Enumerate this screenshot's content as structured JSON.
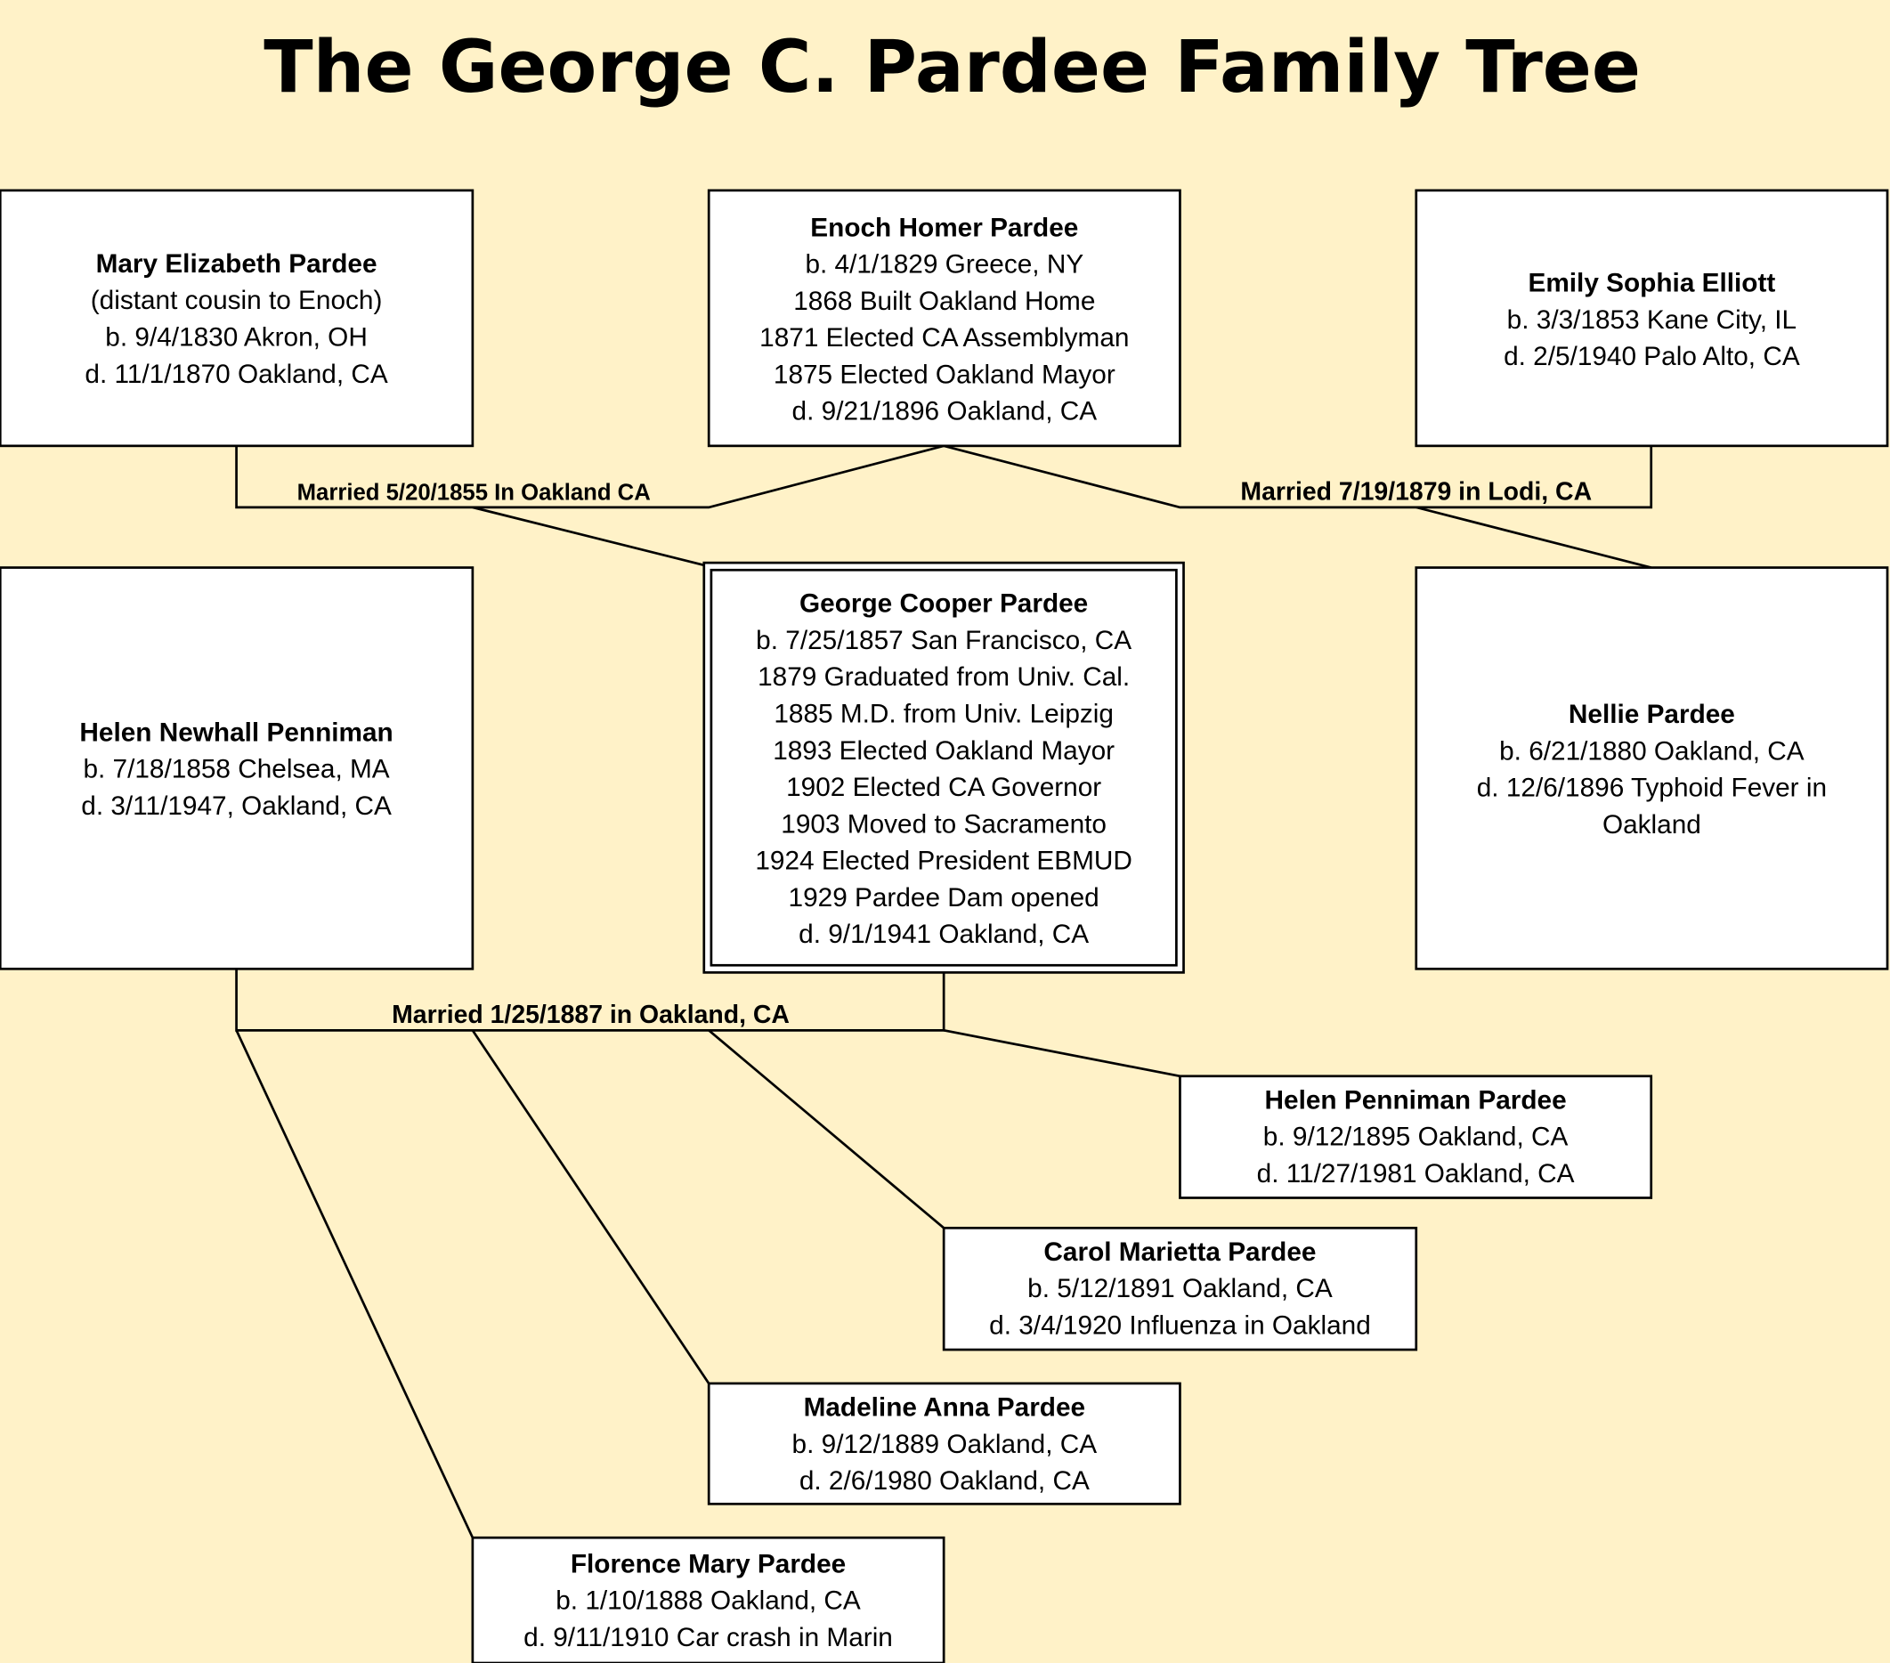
{
  "title": "The George C. Pardee Family Tree",
  "people": {
    "mary": {
      "name": "Mary Elizabeth Pardee",
      "lines": [
        "(distant cousin to Enoch)",
        "b. 9/4/1830 Akron, OH",
        "d. 11/1/1870 Oakland, CA"
      ]
    },
    "enoch": {
      "name": "Enoch Homer Pardee",
      "lines": [
        "b. 4/1/1829 Greece, NY",
        "1868 Built Oakland Home",
        "1871 Elected CA Assemblyman",
        "1875 Elected Oakland Mayor",
        "d. 9/21/1896 Oakland, CA"
      ]
    },
    "emily": {
      "name": "Emily Sophia Elliott",
      "lines": [
        "b. 3/3/1853 Kane City, IL",
        "d. 2/5/1940 Palo Alto, CA"
      ]
    },
    "helen_n": {
      "name": "Helen Newhall Penniman",
      "lines": [
        "b. 7/18/1858 Chelsea, MA",
        "d. 3/11/1947, Oakland, CA"
      ]
    },
    "george": {
      "name": "George Cooper Pardee",
      "lines": [
        "b. 7/25/1857 San Francisco, CA",
        "1879 Graduated from Univ. Cal.",
        "1885 M.D. from Univ. Leipzig",
        "1893 Elected Oakland Mayor",
        "1902 Elected CA Governor",
        "1903 Moved to Sacramento",
        "1924 Elected President EBMUD",
        "1929 Pardee Dam opened",
        "d. 9/1/1941 Oakland, CA"
      ]
    },
    "nellie": {
      "name": "Nellie Pardee",
      "lines": [
        "b. 6/21/1880 Oakland, CA",
        "d. 12/6/1896 Typhoid Fever in",
        "Oakland"
      ]
    },
    "helen_p": {
      "name": "Helen Penniman Pardee",
      "lines": [
        "b. 9/12/1895 Oakland, CA",
        "d. 11/27/1981 Oakland, CA"
      ]
    },
    "carol": {
      "name": "Carol Marietta Pardee",
      "lines": [
        "b. 5/12/1891 Oakland, CA",
        "d. 3/4/1920 Influenza in Oakland"
      ]
    },
    "madeline": {
      "name": "Madeline Anna Pardee",
      "lines": [
        "b. 9/12/1889 Oakland, CA",
        "d. 2/6/1980 Oakland, CA"
      ]
    },
    "florence": {
      "name": "Florence Mary Pardee",
      "lines": [
        "b. 1/10/1888 Oakland, CA",
        "d. 9/11/1910 Car crash in Marin"
      ]
    }
  },
  "marriages": {
    "enoch_mary": "Married 5/20/1855 In Oakland CA",
    "enoch_emily": "Married 7/19/1879 in Lodi, CA",
    "george_helen": "Married 1/25/1887 in Oakland, CA"
  }
}
